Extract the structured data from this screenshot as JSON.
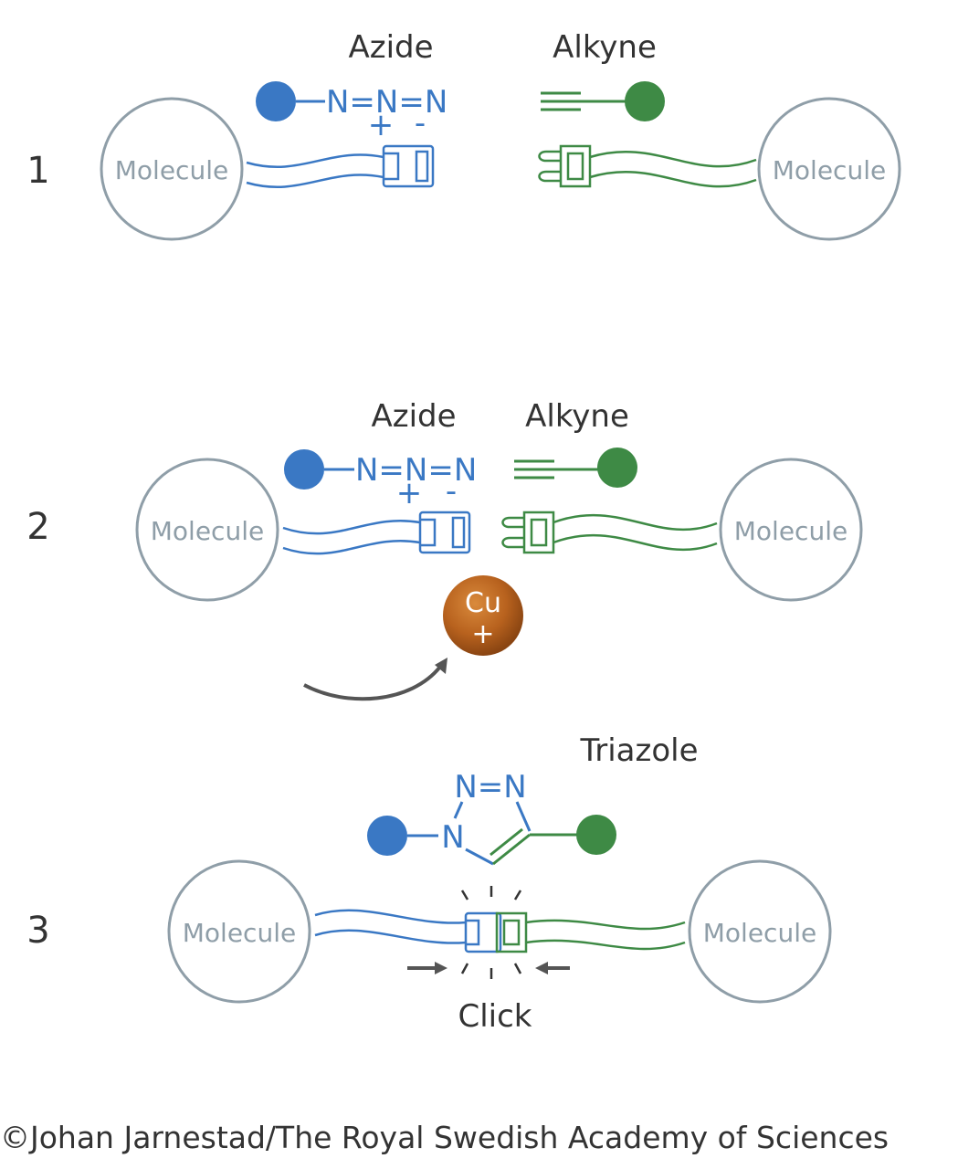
{
  "colors": {
    "azide": "#3a78c4",
    "alkyne": "#3e8a45",
    "molecule_outline": "#8f9ea8",
    "copper": "#b8621e",
    "text": "#333333",
    "arrow": "#555555"
  },
  "steps": [
    {
      "number": "1",
      "azide_label": "Azide",
      "alkyne_label": "Alkyne",
      "azide_formula": "N=N=N",
      "plus": "+",
      "minus": "-",
      "left_molecule": "Molecule",
      "right_molecule": "Molecule"
    },
    {
      "number": "2",
      "azide_label": "Azide",
      "alkyne_label": "Alkyne",
      "azide_formula": "N=N=N",
      "plus": "+",
      "minus": "-",
      "left_molecule": "Molecule",
      "right_molecule": "Molecule",
      "catalyst_symbol": "Cu",
      "catalyst_charge": "+"
    },
    {
      "number": "3",
      "product_label": "Triazole",
      "ring_top": "N=N",
      "ring_n": "N",
      "left_molecule": "Molecule",
      "right_molecule": "Molecule",
      "click_label": "Click"
    }
  ],
  "credit": "©Johan Jarnestad/The Royal Swedish Academy of Sciences"
}
